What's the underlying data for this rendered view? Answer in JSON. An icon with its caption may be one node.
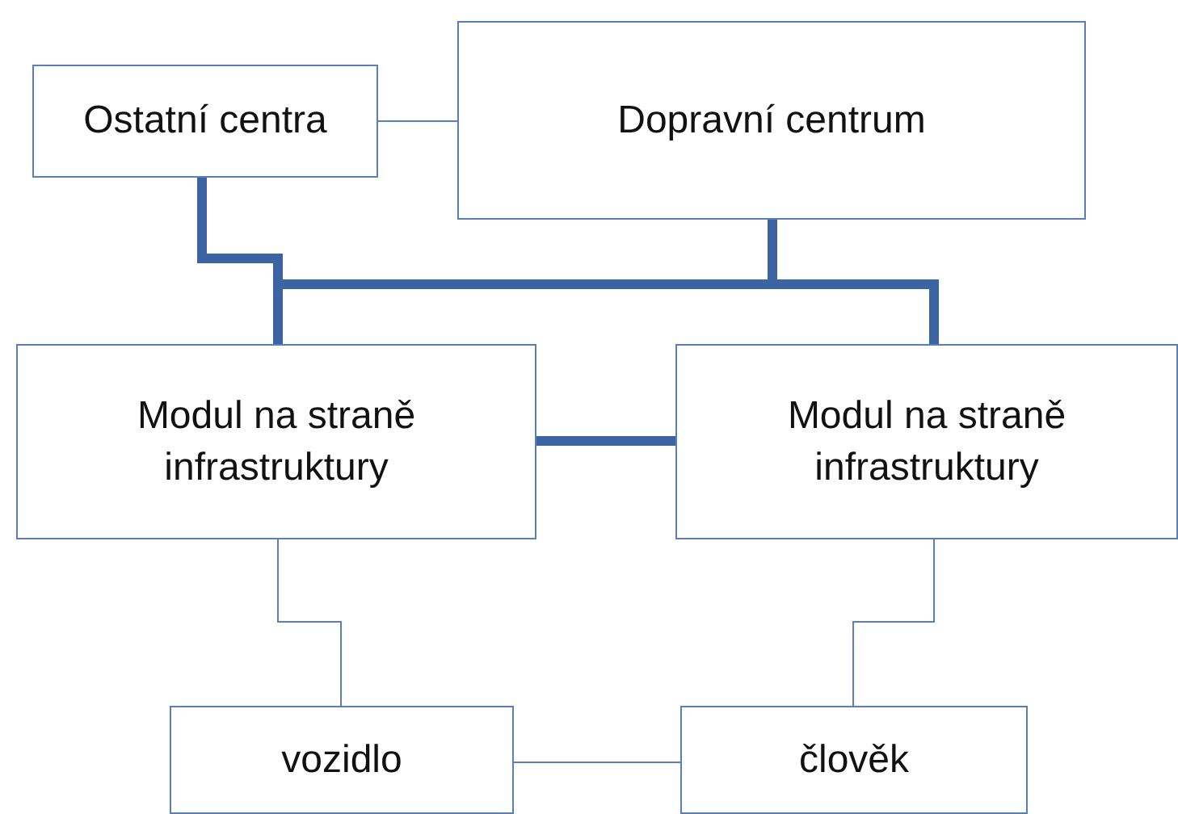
{
  "diagram": {
    "nodes": [
      {
        "text": [
          "Ostatní centra"
        ]
      },
      {
        "text": [
          "Dopravní centrum"
        ]
      },
      {
        "text": [
          "Modul na straně infrastruktury"
        ]
      },
      {
        "text": [
          "Modul na straně infrastruktury"
        ]
      },
      {
        "text": [
          "vozidlo"
        ]
      },
      {
        "text": [
          "člověk"
        ]
      }
    ],
    "edges": [
      {
        "from": 0,
        "to": 1,
        "arrow": "none"
      },
      {
        "from": 0,
        "to": 2,
        "arrow": "none",
        "style": "thick"
      },
      {
        "from": 1,
        "to": 2,
        "arrow": "none",
        "style": "thick"
      },
      {
        "from": 1,
        "to": 3,
        "arrow": "none",
        "style": "thick"
      },
      {
        "from": 2,
        "to": 3,
        "arrow": "none",
        "style": "thick"
      },
      {
        "from": 2,
        "to": 4,
        "arrow": "none"
      },
      {
        "from": 3,
        "to": 5,
        "arrow": "none"
      },
      {
        "from": 4,
        "to": 5,
        "arrow": "none"
      }
    ]
  }
}
